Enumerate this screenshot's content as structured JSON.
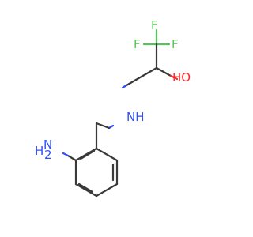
{
  "molecule": {
    "atoms": {
      "f_top": "F",
      "f_left": "F",
      "f_right": "F",
      "hydroxyl": "HO",
      "amine_nh": "NH",
      "amine_h": "H",
      "amine_n": "N",
      "nh2_h": "H",
      "nh2_n": "N",
      "nh2_sub": "2"
    },
    "colors": {
      "carbon_bond": "#3a3a3a",
      "nitrogen": "#3050f8",
      "oxygen": "#ff2a2a",
      "fluorine": "#55c25a"
    }
  }
}
